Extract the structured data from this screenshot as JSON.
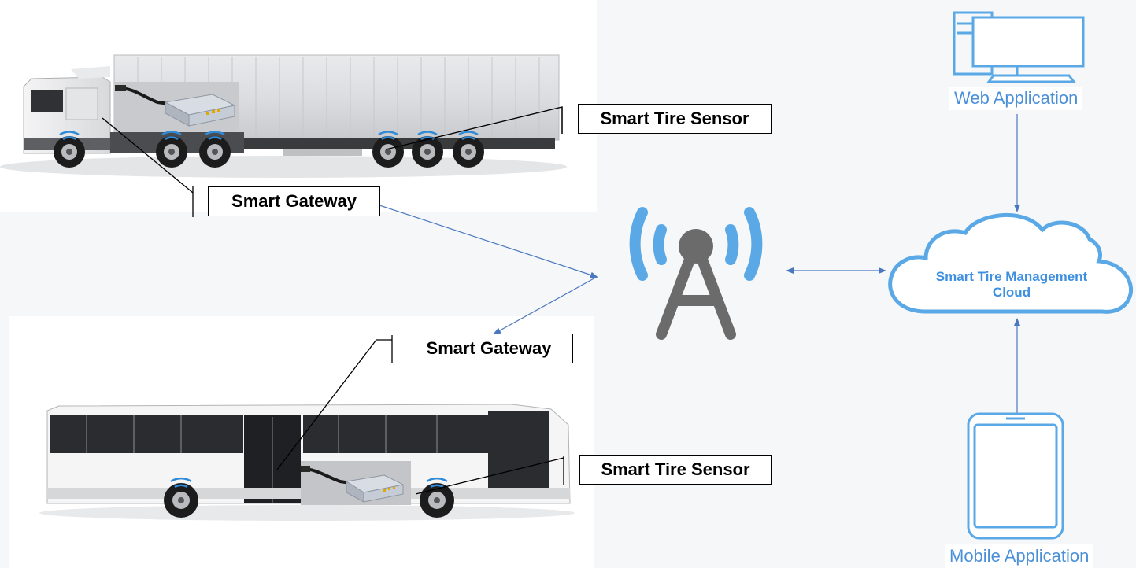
{
  "labels": {
    "truck_sensor": "Smart Tire Sensor",
    "truck_gateway": "Smart Gateway",
    "bus_gateway": "Smart Gateway",
    "bus_sensor": "Smart Tire Sensor"
  },
  "apps": {
    "web": "Web Application",
    "mobile": "Mobile Application"
  },
  "cloud": {
    "line1": "Smart Tire Management",
    "line2": "Cloud"
  },
  "icons": {
    "tower": "cell-tower-icon",
    "desktop": "desktop-computer-icon",
    "phone": "smartphone-icon",
    "cloud": "cloud-icon"
  },
  "colors": {
    "accent_blue": "#4a90d9",
    "tower_gray": "#6b6b6b",
    "signal_blue": "#5aa9e6"
  }
}
